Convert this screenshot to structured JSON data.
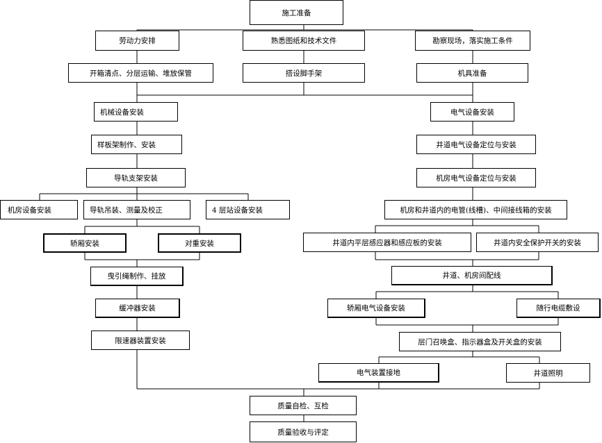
{
  "nodes": {
    "start": "施工准备",
    "labor": "劳动力安排",
    "drawings": "熟悉图纸和技术文件",
    "survey": "勘察现场，落实施工条件",
    "unpack": "开箱清点、分层运输、堆放保管",
    "scaffold": "搭设脚手架",
    "tools": "机具准备",
    "mech_install": "机械设备安装",
    "elec_install": "电气设备安装",
    "template_frame": "样板架制作、安装",
    "rail_bracket": "导轨支架安装",
    "machine_room": "机房设备安装",
    "rail_hoist": "导轨吊装、测量及校正",
    "landing_station": "4 层站设备安装",
    "car_install": "轿厢安装",
    "counterweight": "对重安装",
    "rope": "曳引绳制作、挂放",
    "buffer": "缓冲器安装",
    "governor": "限速器装置安装",
    "shaft_elec": "井道电气设备定位与安装",
    "room_elec": "机房电气设备定位与安装",
    "conduit": "机房和井道内的电管(线槽)、中间接线箱的安装",
    "leveling_sensor": "井道内平层感应器和感应板的安装",
    "safety_switch": "井道内安全保护开关的安装",
    "wiring": "井道、机房间配线",
    "car_elec": "轿厢电气设备安装",
    "trailing_cable": "随行电缆敷设",
    "call_box": "层门召唤盒、指示器盒及开关盒的安装",
    "grounding": "电气装置接地",
    "shaft_lighting": "井道照明",
    "self_check": "质量自检、互检",
    "acceptance": "质量验收与评定"
  }
}
